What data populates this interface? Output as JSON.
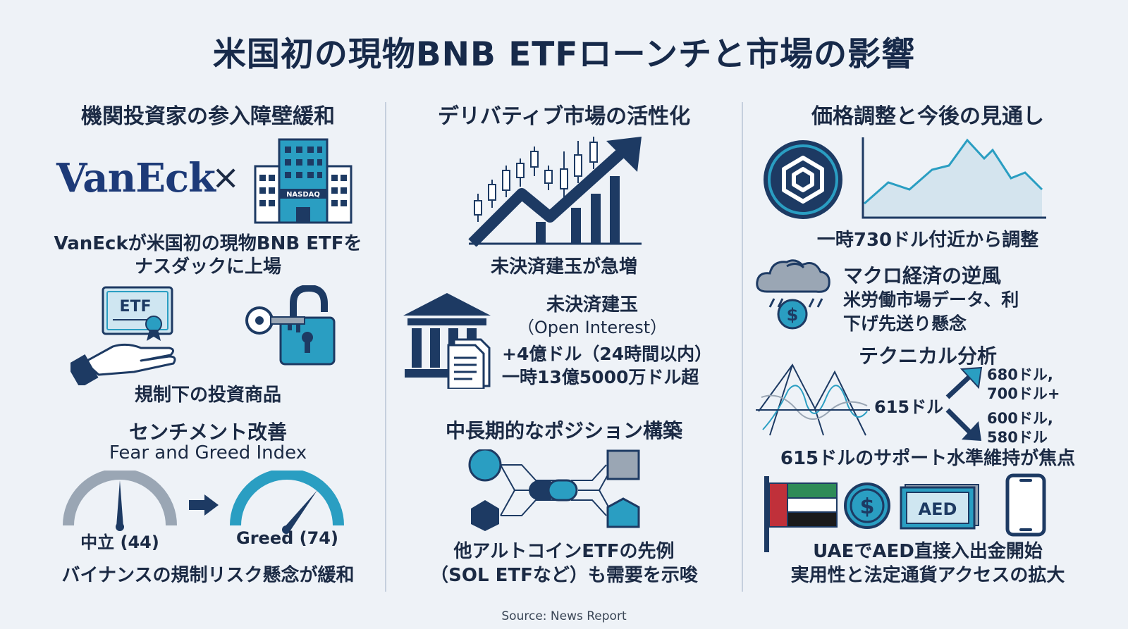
{
  "title": "米国初の現物BNB ETFローンチと市場の影響",
  "source": "Source: News Report",
  "colors": {
    "navy": "#1d3a63",
    "teal": "#2a9ec2",
    "gray": "#9aa6b4"
  },
  "col1": {
    "heading": "機関投資家の参入障壁緩和",
    "vaneck_logo": "VanEck",
    "times": "×",
    "nasdaq_sign": "NASDAQ",
    "listing_line1": "VanEckが米国初の現物BNB ETFを",
    "listing_line2": "ナスダックに上場",
    "etf_cert": "ETF",
    "regulated": "規制下の投資商品",
    "sentiment_heading": "センチメント改善",
    "index_name": "Fear and Greed Index",
    "neutral": "中立 (44)",
    "greed": "Greed (74)",
    "eased": "バイナンスの規制リスク懸念が緩和"
  },
  "col2": {
    "heading": "デリバティブ市場の活性化",
    "oi_surge": "未決済建玉が急増",
    "oi_label": "未決済建玉",
    "oi_en": "（Open Interest）",
    "oi_change": "+4億ドル（24時間以内）",
    "oi_peak": "一時13億5000万ドル超",
    "position_heading": "中長期的なポジション構築",
    "precedent_line1": "他アルトコインETFの先例",
    "precedent_line2": "（SOL ETFなど）も需要を示唆"
  },
  "col3": {
    "heading": "価格調整と今後の見通し",
    "adjust": "一時730ドル付近から調整",
    "macro_heading": "マクロ経済の逆風",
    "macro_line1": "米労働市場データ、利",
    "macro_line2": "下げ先送り懸念",
    "tech_heading": "テクニカル分析",
    "level_615": "615ドル",
    "up_line1": "680ドル,",
    "up_line2": "700ドル+",
    "down_line1": "600ドル,",
    "down_line2": "580ドル",
    "support": "615ドルのサポート水準維持が焦点",
    "aed": "AED",
    "uae_line1": "UAEでAED直接入出金開始",
    "uae_line2": "実用性と法定通貨アクセスの拡大"
  }
}
